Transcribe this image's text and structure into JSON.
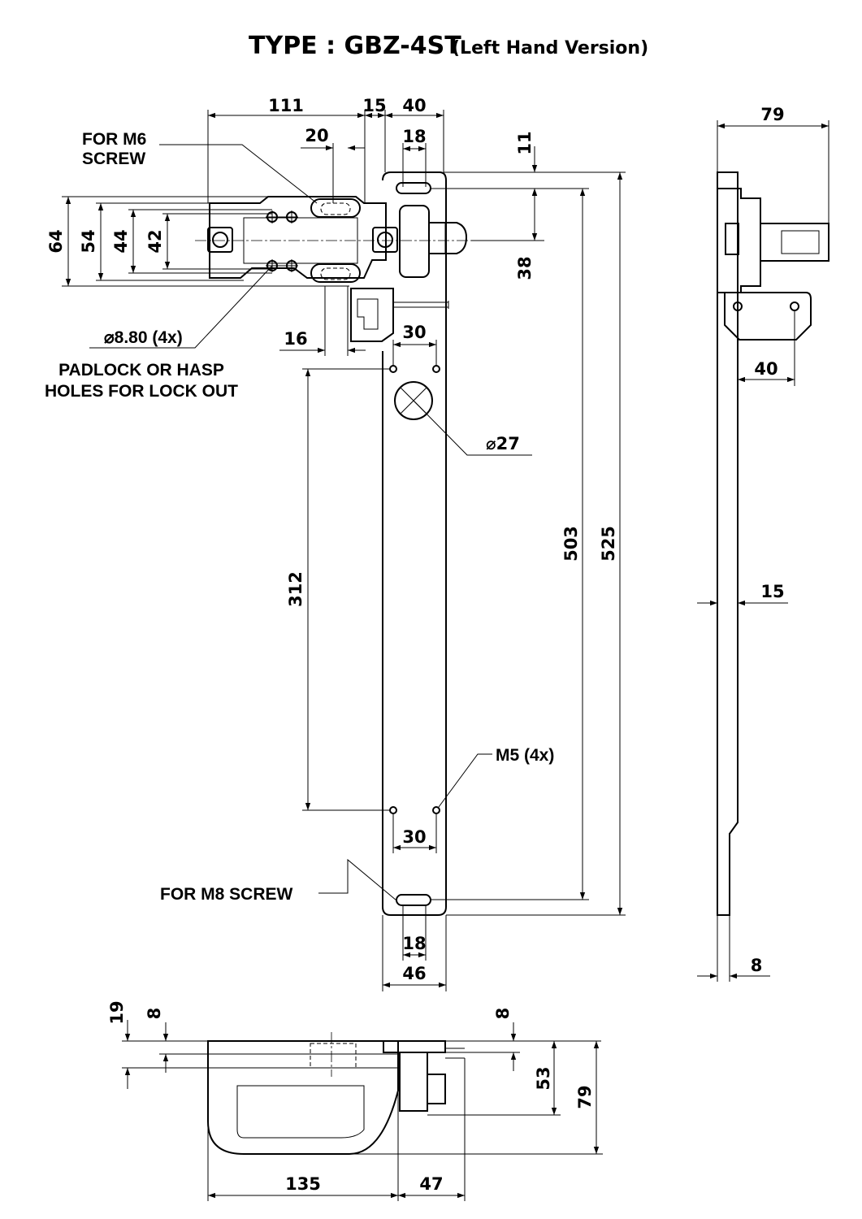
{
  "title": {
    "main": "TYPE : GBZ-4ST",
    "sub": "(Left Hand Version)"
  },
  "notes": {
    "m6": [
      "FOR M6",
      "SCREW"
    ],
    "holes": "8.80 (4x)",
    "padlock": [
      "PADLOCK OR HASP",
      "HOLES FOR LOCK OUT"
    ],
    "dia27": "27",
    "m5": "M5 (4x)",
    "m8": "FOR M8 SCREW"
  },
  "dims": {
    "front": {
      "w111": "111",
      "w15": "15",
      "w40": "40",
      "w20": "20",
      "w18top": "18",
      "h11": "11",
      "h38": "38",
      "h64": "64",
      "h54": "54",
      "h44": "44",
      "h42": "42",
      "w16": "16",
      "w30top": "30",
      "h312": "312",
      "h503": "503",
      "h525": "525",
      "w30bot": "30",
      "w18bot": "18",
      "w46": "46"
    },
    "side": {
      "w79": "79",
      "w40": "40",
      "w15": "15",
      "w8": "8"
    },
    "bottom": {
      "h19": "19",
      "h8l": "8",
      "h8r": "8",
      "h53": "53",
      "h79": "79",
      "w135": "135",
      "w47": "47"
    }
  }
}
